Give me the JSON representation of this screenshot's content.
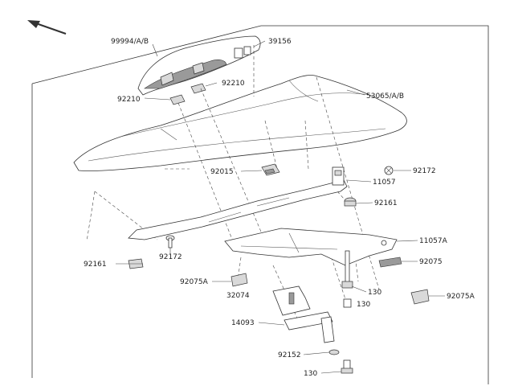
{
  "labels": {
    "l_99994": "99994/A/B",
    "l_39156": "39156",
    "l_92210a": "92210",
    "l_92210b": "92210",
    "l_53065": "53065/A/B",
    "l_92015": "92015",
    "l_92172a": "92172",
    "l_11057": "11057",
    "l_92161a": "92161",
    "l_11057a": "11057A",
    "l_92161b": "92161",
    "l_92172b": "92172",
    "l_92075": "92075",
    "l_92075a_left": "92075A",
    "l_32074": "32074",
    "l_130a": "130",
    "l_130b": "130",
    "l_92075a_right": "92075A",
    "l_14093": "14093",
    "l_92152": "92152",
    "l_130c": "130"
  },
  "colors": {
    "line": "#333333",
    "shade": "#d9d9d9",
    "dark_shade": "#9a9a9a",
    "background": "#ffffff"
  },
  "icons": {
    "direction_arrow": "front-direction-arrow-icon"
  }
}
